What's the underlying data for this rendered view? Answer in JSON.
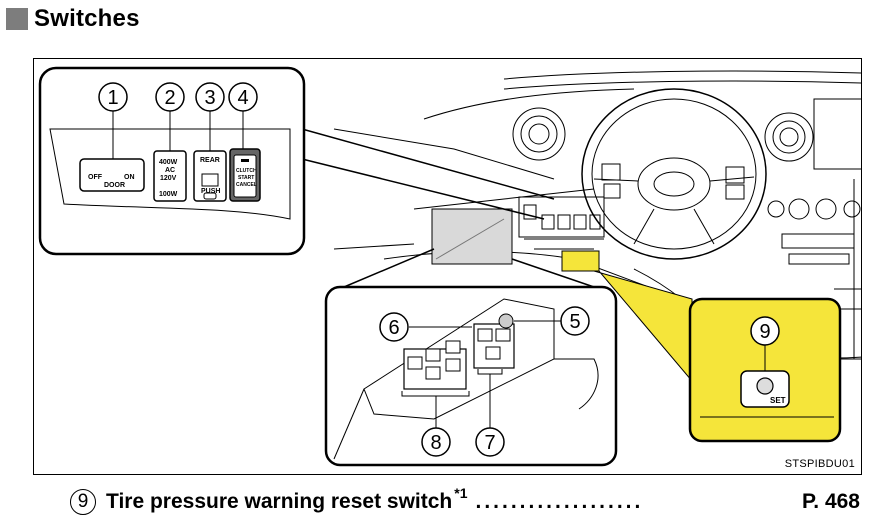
{
  "header": {
    "title": "Switches"
  },
  "figure": {
    "code": "STSPIBDU01",
    "callouts": [
      "1",
      "2",
      "3",
      "4",
      "5",
      "6",
      "7",
      "8",
      "9"
    ],
    "door_switch": {
      "off": "OFF",
      "on": "ON",
      "door": "DOOR"
    },
    "outlet_switch": {
      "w400": "400W",
      "ac": "AC",
      "v120": "120V",
      "w100": "100W"
    },
    "rear_switch": {
      "rear": "REAR",
      "push": "PUSH"
    },
    "clutch_switch": {
      "line1": "CLUTCH",
      "line2": "START",
      "line3": "CANCEL"
    },
    "reset_switch": {
      "set": "SET"
    },
    "highlight_color": "#f5e53a"
  },
  "footer": {
    "number": "9",
    "label": "Tire pressure warning reset switch",
    "superscript": "*1",
    "dots": "...................",
    "page": "P. 468"
  }
}
